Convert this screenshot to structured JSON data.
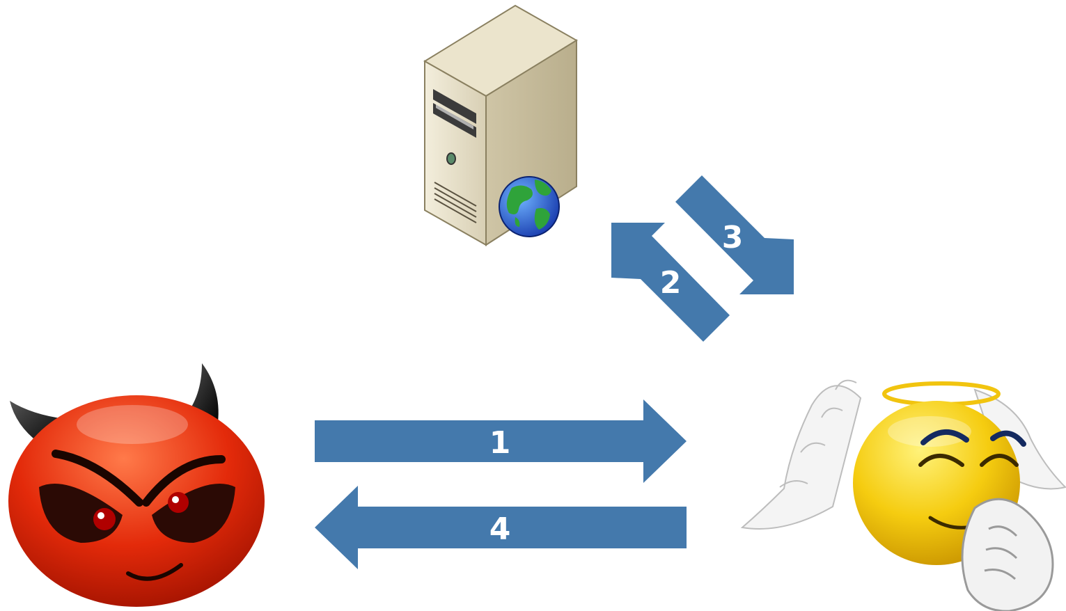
{
  "diagram": {
    "arrow_color": "#4479ac",
    "nodes": [
      {
        "id": "server",
        "icon": "web-server-icon"
      },
      {
        "id": "attacker",
        "icon": "devil-emoji-icon"
      },
      {
        "id": "victim",
        "icon": "angel-emoji-icon"
      }
    ],
    "arrows": [
      {
        "label": "1",
        "from": "attacker",
        "to": "victim"
      },
      {
        "label": "2",
        "from": "victim",
        "to": "server"
      },
      {
        "label": "3",
        "from": "server",
        "to": "victim"
      },
      {
        "label": "4",
        "from": "victim",
        "to": "attacker"
      }
    ]
  }
}
